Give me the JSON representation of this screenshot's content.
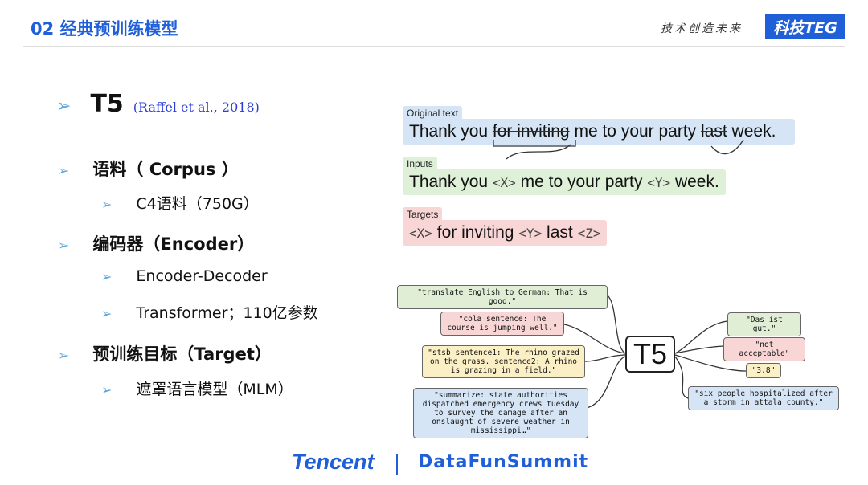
{
  "header": {
    "section_title": "02 经典预训练模型",
    "slogan": "技术创造未来",
    "badge": "科技TEG"
  },
  "bullets": {
    "main_title": "T5",
    "main_ref": "(Raffel et al., 2018)",
    "items": [
      {
        "label": "语料（ Corpus ）",
        "sub": [
          "C4语料（750G）"
        ]
      },
      {
        "label": "编码器（Encoder）",
        "sub": [
          "Encoder-Decoder",
          "Transformer；110亿参数"
        ]
      },
      {
        "label": "预训练目标（Target）",
        "sub": [
          "遮罩语言模型（MLM）"
        ]
      }
    ]
  },
  "diagram": {
    "original_tag": "Original text",
    "original_parts": [
      "Thank you ",
      "for inviting",
      " me to your party ",
      "last",
      " week."
    ],
    "inputs_tag": "Inputs",
    "inputs_parts": [
      "Thank you ",
      "<X>",
      " me to your party ",
      "<Y>",
      " week."
    ],
    "targets_tag": "Targets",
    "targets_parts": [
      "<X>",
      " for inviting ",
      "<Y>",
      " last ",
      "<Z>"
    ],
    "center_label": "T5",
    "left_tasks": [
      "\"translate English to German: That is good.\"",
      "\"cola sentence: The course is jumping well.\"",
      "\"stsb sentence1: The rhino grazed on the grass. sentence2: A rhino is grazing in a field.\"",
      "\"summarize: state authorities dispatched emergency crews tuesday to survey the damage after an onslaught of severe weather in mississippi…\""
    ],
    "right_outputs": [
      "\"Das ist gut.\"",
      "\"not acceptable\"",
      "\"3.8\"",
      "\"six people hospitalized after a storm in attala county.\""
    ]
  },
  "footer": {
    "brand": "Tencent",
    "event": "DataFunSummit"
  }
}
